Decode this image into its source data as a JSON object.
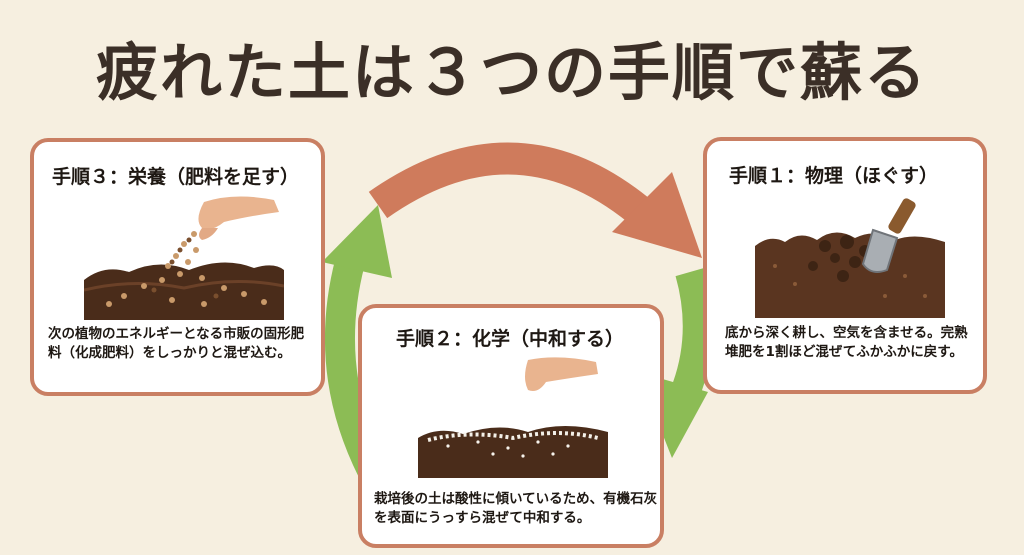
{
  "title": "疲れた土は３つの手順で蘇る",
  "colors": {
    "background": "#f6efe0",
    "card_border": "#c97f63",
    "arrow_orange": "#cf7b5c",
    "arrow_green": "#8cbc55",
    "soil": "#4a2c1a"
  },
  "steps": [
    {
      "id": "step-3",
      "heading": "手順３：栄養（肥料を足す）",
      "description": "次の植物のエネルギーとなる市販の固形肥料（化成肥料）をしっかりと混ぜ込む。",
      "illustration": "hand-sprinkling-fertilizer-pellets-on-soil"
    },
    {
      "id": "step-1",
      "heading": "手順１：物理（ほぐす）",
      "description": "底から深く耕し、空気を含ませる。完熟堆肥を1割ほど混ぜてふかふかに戻す。",
      "illustration": "trowel-digging-soil"
    },
    {
      "id": "step-2",
      "heading": "手順２：化学（中和する）",
      "description": "栽培後の土は酸性に傾いているため、有機石灰を表面にうっすら混ぜて中和する。",
      "illustration": "hand-sprinkling-lime-on-soil"
    }
  ],
  "arrows": [
    {
      "from": "step-3",
      "to": "step-1",
      "color": "orange"
    },
    {
      "from": "step-1",
      "to": "step-2",
      "color": "green"
    },
    {
      "from": "step-2",
      "to": "step-3",
      "color": "green"
    }
  ]
}
